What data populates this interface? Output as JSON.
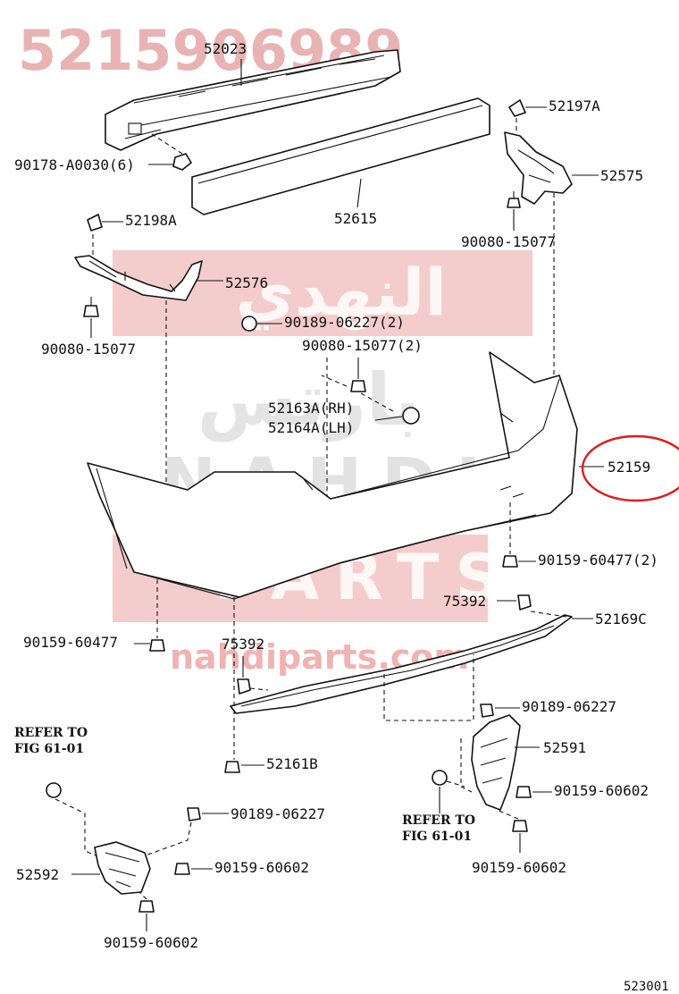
{
  "watermark": {
    "part_number": "5215906989",
    "arabic_line1": "النهدي",
    "arabic_line2": "بارتس",
    "brand_latin": "NAHDI",
    "brand_parts": "PARTS",
    "site": "nahdiparts.com",
    "accent_color": "#e34848"
  },
  "labels": {
    "p52023": "52023",
    "p90178": "90178-A0030(6)",
    "p52615": "52615",
    "p52197A": "52197A",
    "p52575": "52575",
    "p90080_r": "90080-15077",
    "p52198A": "52198A",
    "p52576": "52576",
    "p90080_l": "90080-15077",
    "p90189_2": "90189-06227(2)",
    "p90080_2": "90080-15077(2)",
    "p52163A": "52163A(RH)",
    "p52164A": "52164A(LH)",
    "p52159": "52159",
    "p90159_604772": "90159-60477(2)",
    "p75392_r": "75392",
    "p52169C": "52169C",
    "p90159_60477": "90159-60477",
    "p75392_l": "75392",
    "p90189_r": "90189-06227",
    "p52591": "52591",
    "p90159_60602_r1": "90159-60602",
    "p52161B": "52161B",
    "refer_l_1": "REFER TO",
    "refer_l_2": "FIG 61-01",
    "p90189_l": "90189-06227",
    "p52592": "52592",
    "p90159_60602_l1": "90159-60602",
    "p90159_60602_l2": "90159-60602",
    "refer_r_1": "REFER TO",
    "refer_r_2": "FIG 61-01",
    "p90159_60602_r2": "90159-60602",
    "figure_no": "523001"
  },
  "highlight": {
    "part": "52159",
    "color": "#e01b1b"
  }
}
